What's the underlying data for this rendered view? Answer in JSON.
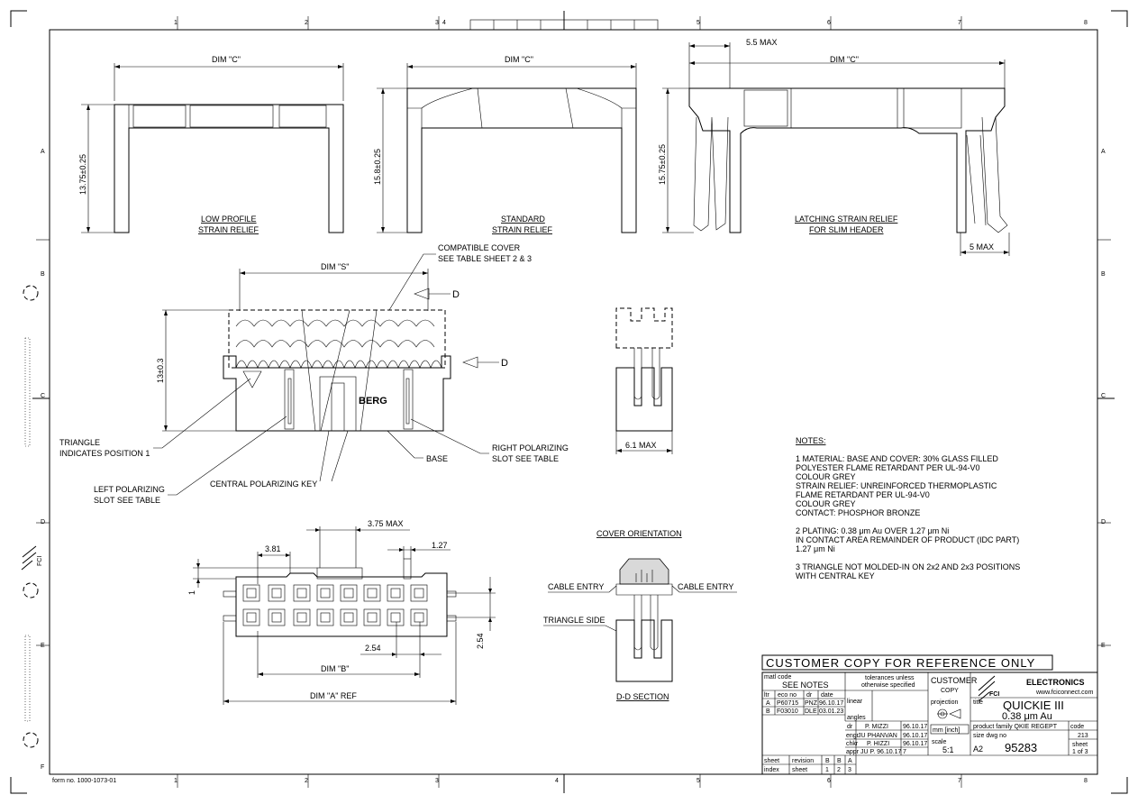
{
  "border": {
    "cols_top": [
      "1",
      "2",
      "3",
      "4",
      "5",
      "6",
      "7",
      "8"
    ],
    "cols_bottom": [
      "1",
      "2",
      "3",
      "4",
      "5",
      "6",
      "7",
      "8"
    ],
    "rows": [
      "A",
      "B",
      "C",
      "D",
      "E",
      "F"
    ]
  },
  "views": {
    "low_profile": {
      "dim_c": "DIM \"C\"",
      "height": "13.75±0.25",
      "label1": "LOW PROFILE",
      "label2": "STRAIN RELIEF"
    },
    "standard": {
      "dim_c": "DIM \"C\"",
      "height": "15.8±0.25",
      "label1": "STANDARD",
      "label2": "STRAIN RELIEF"
    },
    "latching": {
      "dim_c": "DIM \"C\"",
      "max_top": "5.5 MAX",
      "height": "15.75±0.25",
      "max_side": "5 MAX",
      "label1": "LATCHING STRAIN RELIEF",
      "label2": "FOR SLIM HEADER"
    }
  },
  "assembly": {
    "dim_s": "DIM \"S\"",
    "height": "13±0.3",
    "compatible_cover1": "COMPATIBLE COVER",
    "compatible_cover2": "SEE TABLE SHEET 2 & 3",
    "d_mark": "D",
    "logo": "BERG",
    "triangle1": "TRIANGLE",
    "triangle2": "INDICATES POSITION 1",
    "left_pol1": "LEFT POLARIZING",
    "left_pol2": "SLOT SEE TABLE",
    "central_key": "CENTRAL POLARIZING KEY",
    "base": "BASE",
    "right_pol1": "RIGHT POLARIZING",
    "right_pol2": "SLOT SEE TABLE",
    "side_width": "6.1 MAX"
  },
  "footprint": {
    "pitch_x": "3.81",
    "max": "3.75 MAX",
    "pitch_small": "1.27",
    "one": "1",
    "pitch_y": "2.54",
    "pitch_bottom": "2.54",
    "dim_b": "DIM \"B\"",
    "dim_a": "DIM \"A\" REF"
  },
  "section": {
    "title": "COVER ORIENTATION",
    "cable_left": "CABLE ENTRY",
    "cable_right": "CABLE ENTRY",
    "triangle_side": "TRIANGLE SIDE",
    "dd": "D-D SECTION"
  },
  "notes": {
    "heading": "NOTES:",
    "lines": [
      "1  MATERIAL: BASE AND COVER: 30% GLASS FILLED",
      "    POLYESTER FLAME RETARDANT PER UL-94-V0",
      "    COLOUR GREY",
      "    STRAIN RELIEF: UNREINFORCED THERMOPLASTIC",
      "    FLAME RETARDANT PER UL-94-V0",
      "    COLOUR GREY",
      "    CONTACT: PHOSPHOR BRONZE",
      "",
      "2  PLATING: 0.38 μm Au OVER 1.27 μm Ni",
      "    IN CONTACT AREA REMAINDER OF PRODUCT (IDC PART)",
      "    1.27 μm Ni",
      "",
      "3  TRIANGLE NOT MOLDED-IN ON 2x2 AND 2x3 POSITIONS",
      "    WITH CENTRAL KEY"
    ]
  },
  "title_block": {
    "banner": "CUSTOMER COPY FOR REFERENCE ONLY",
    "matl_code": "matl code",
    "see_notes": "SEE NOTES",
    "tolerances1": "tolerances unless",
    "tolerances2": "otherwise specified",
    "customer": "CUSTOMER",
    "copy": "COPY",
    "revisions_header": [
      "ltr",
      "eco no",
      "dr",
      "date"
    ],
    "revisions": [
      [
        "A",
        "P60715",
        "PNZ",
        "96.10.17"
      ],
      [
        "B",
        "F03010",
        "DLE",
        "03.01.23"
      ]
    ],
    "linear": "linear",
    "angles": "angles",
    "projection": "projection",
    "signoffs": [
      [
        "dr",
        "P. MIZZI",
        "96.10.17"
      ],
      [
        "engr",
        "JU PHANVAN",
        "96.10.17"
      ],
      [
        "chkr",
        "P. HIZZI",
        "96.10.17"
      ],
      [
        "appr",
        "JU P. 96.10.17",
        "7"
      ]
    ],
    "units": "mm [inch]",
    "scale_label": "scale",
    "scale": "5:1",
    "brand": "ELECTRONICS",
    "brand_sub": "www.fciconnect.com",
    "fci": "FCI",
    "title_label": "title",
    "title1": "QUICKIE III",
    "title2": "0.38 μm Au",
    "product_family": "product family QKIE REGEPT",
    "code_label": "code",
    "code": "213",
    "size_label": "size dwg no",
    "size": "A2",
    "dwg_no": "95283",
    "sheet_label": "sheet",
    "sheet": "1 of 3",
    "bottom_row": [
      "sheet",
      "revision",
      "B",
      "B",
      "A"
    ],
    "bottom_row2": [
      "index",
      "sheet",
      "1",
      "2",
      "3"
    ]
  },
  "side_fci": "FCI",
  "footer_small": "form no. 1000-1073-01"
}
